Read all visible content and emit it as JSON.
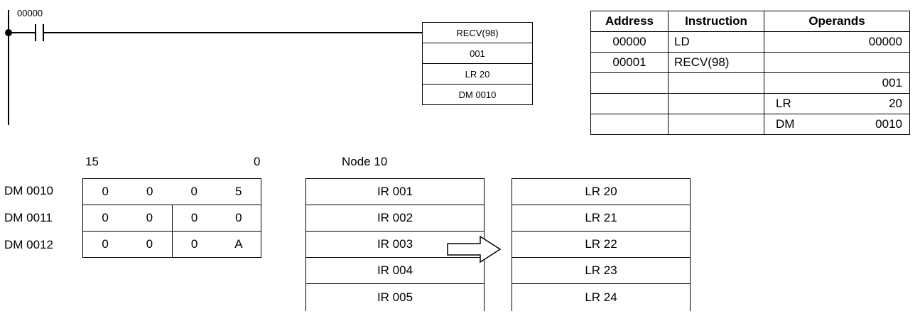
{
  "ladder": {
    "contact_address": "00000",
    "instruction": [
      "RECV(98)",
      "001",
      "LR 20",
      "DM 0010"
    ]
  },
  "mnemonic_table": {
    "headers": [
      "Address",
      "Instruction",
      "Operands"
    ],
    "rows": [
      {
        "address": "00000",
        "instruction": "LD",
        "area": "",
        "value": "00000"
      },
      {
        "address": "00001",
        "instruction": "RECV(98)",
        "area": "",
        "value": ""
      },
      {
        "address": "",
        "instruction": "",
        "area": "",
        "value": "001"
      },
      {
        "address": "",
        "instruction": "",
        "area": "LR",
        "value": "20"
      },
      {
        "address": "",
        "instruction": "",
        "area": "DM",
        "value": "0010"
      }
    ]
  },
  "dm_words": {
    "bit_high": "15",
    "bit_low": "0",
    "rows": [
      {
        "label": "DM 0010",
        "digits": [
          "0",
          "0",
          "0",
          "5"
        ]
      },
      {
        "label": "DM 0011",
        "digits": [
          "0",
          "0",
          "0",
          "0"
        ]
      },
      {
        "label": "DM 0012",
        "digits": [
          "0",
          "0",
          "0",
          "A"
        ]
      }
    ]
  },
  "source": {
    "title": "Node 10",
    "words": [
      "IR 001",
      "IR 002",
      "IR 003",
      "IR 004",
      "IR 005"
    ]
  },
  "destination": {
    "words": [
      "LR 20",
      "LR 21",
      "LR 22",
      "LR 23",
      "LR 24"
    ]
  }
}
